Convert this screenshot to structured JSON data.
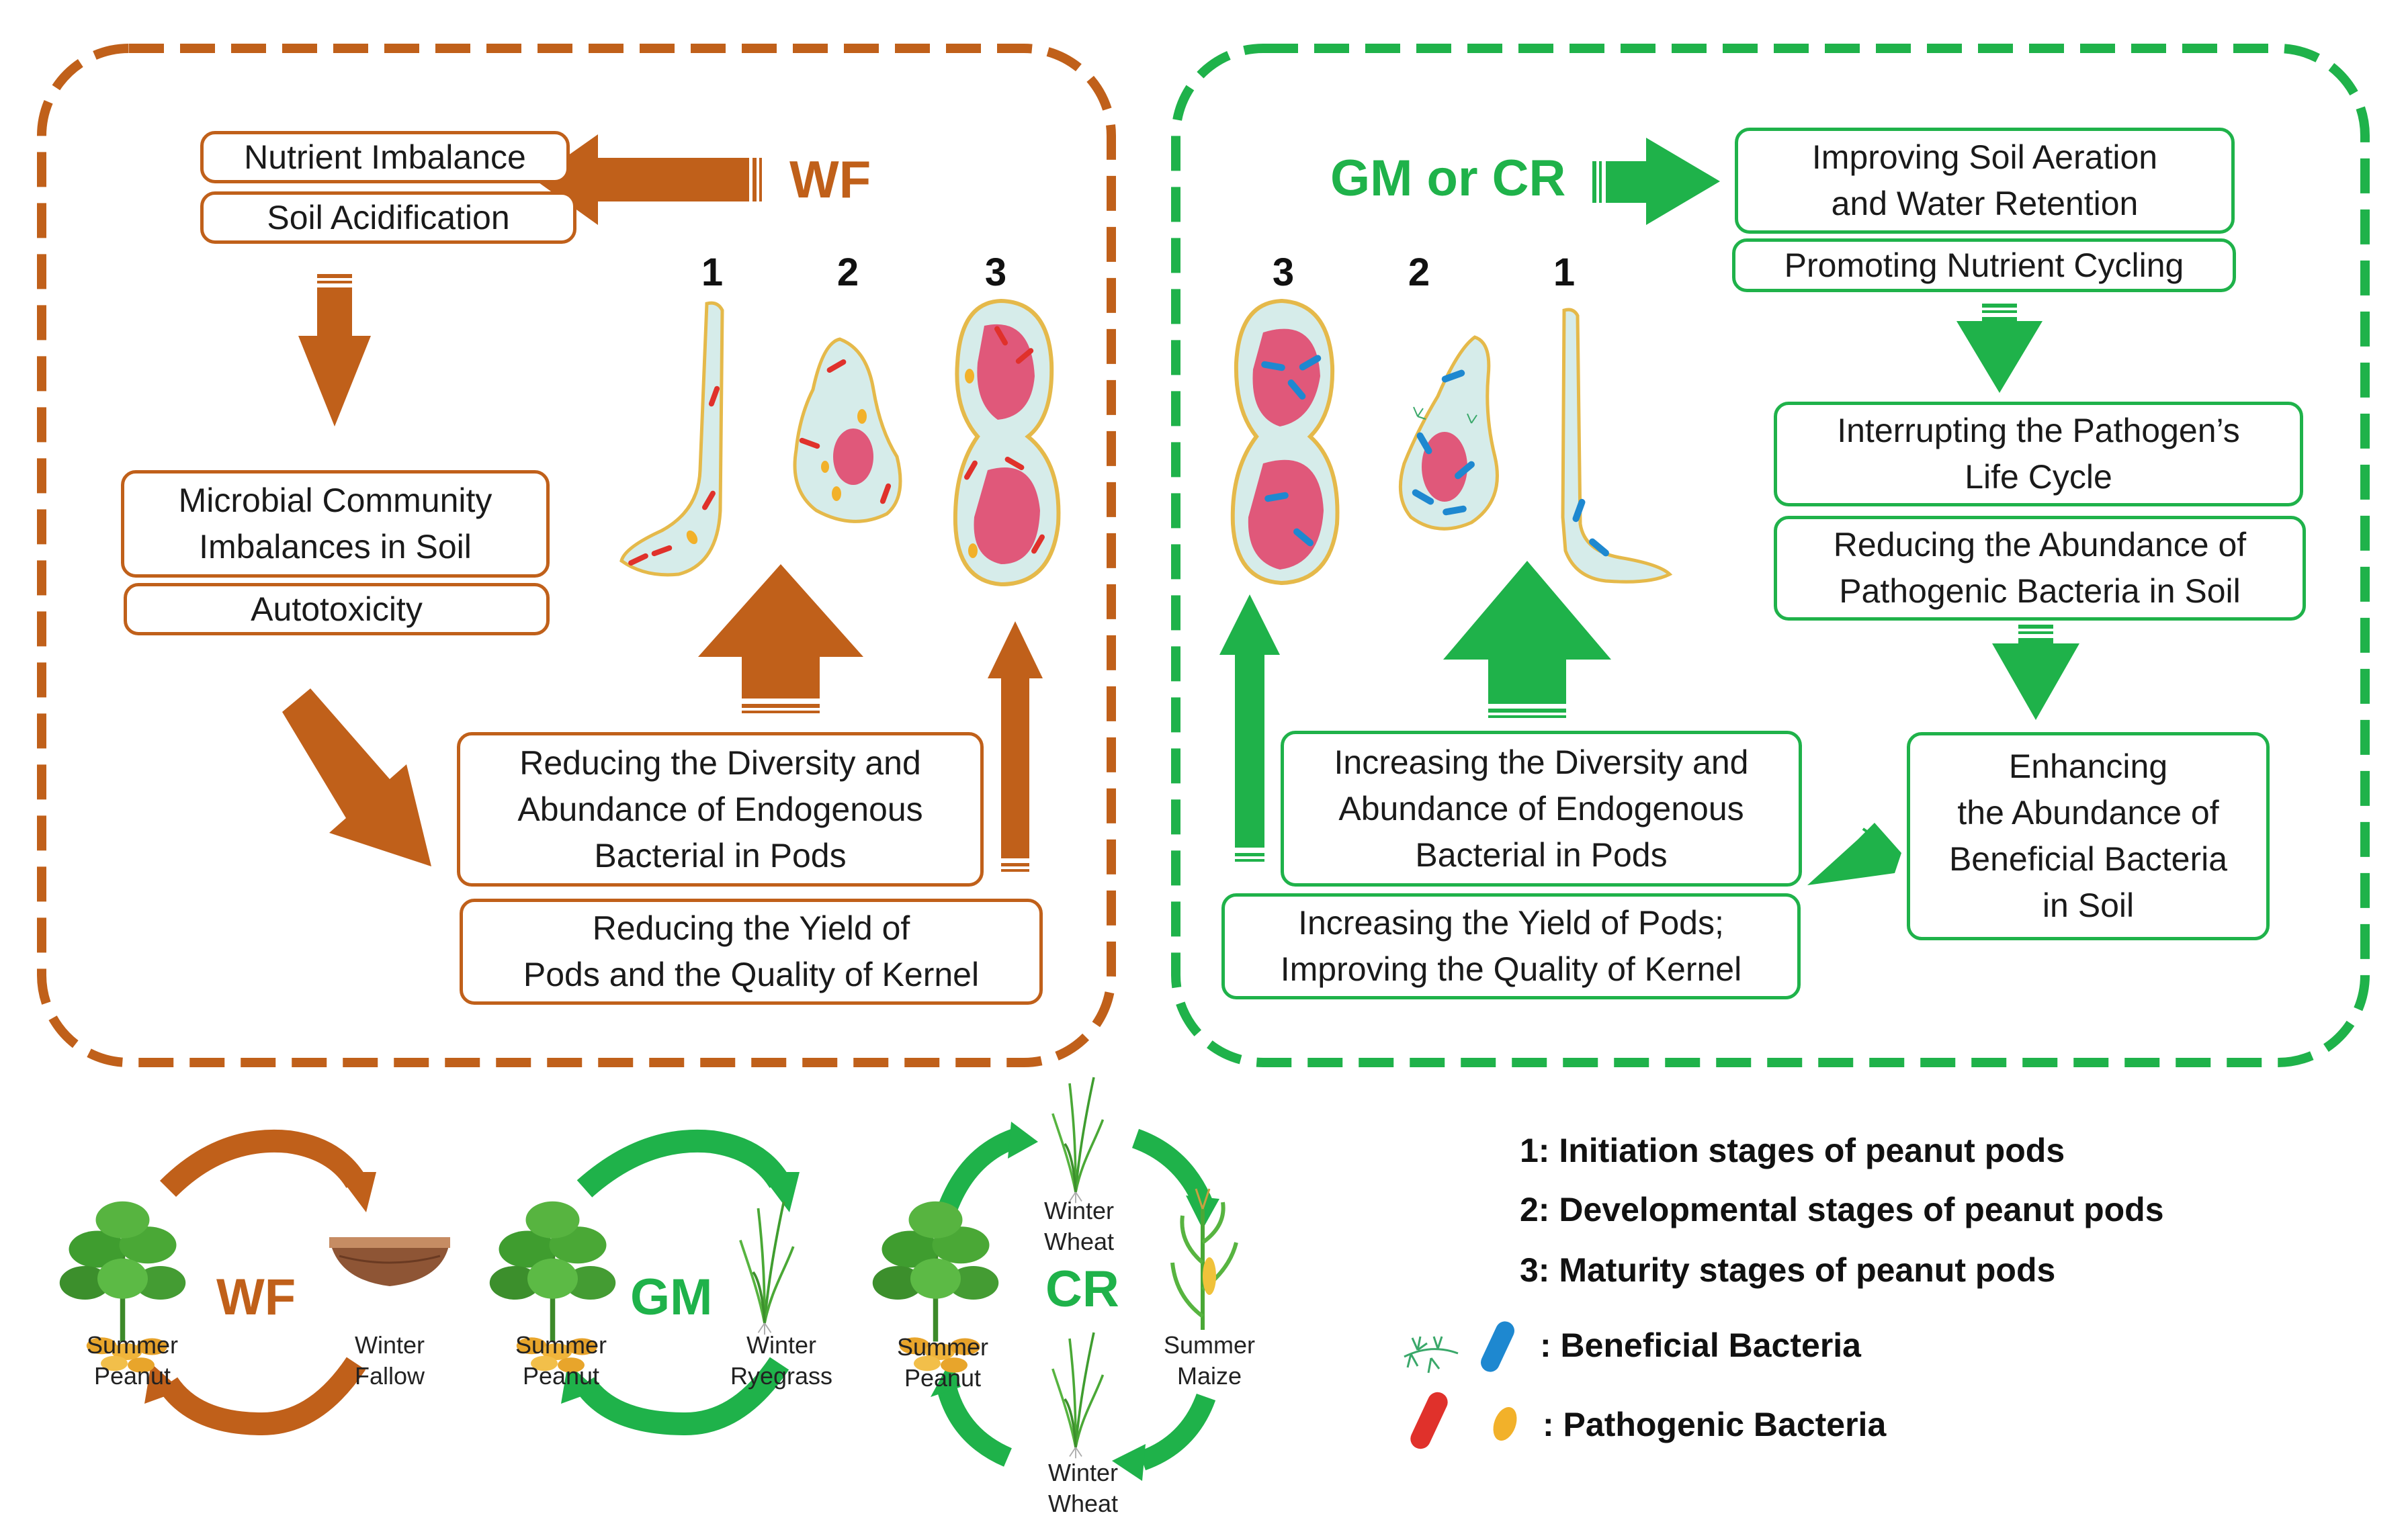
{
  "colors": {
    "brown": "#c0601a",
    "green": "#1fb24a",
    "pod_fill": "#d6ecea",
    "pod_edge": "#e5b94a",
    "kernel": "#e0587a"
  },
  "left_panel": {
    "label": "WF",
    "boxes": {
      "nutrient": "Nutrient Imbalance",
      "acid": "Soil Acidification",
      "microbial": "Microbial Community\nImbalances in Soil",
      "autotox": "Autotoxicity",
      "reduce_div": "Reducing the Diversity and\nAbundance of Endogenous\nBacterial in Pods",
      "reduce_yield": "Reducing  the Yield of\nPods and the Quality of Kernel"
    },
    "stage_numbers": [
      "1",
      "2",
      "3"
    ]
  },
  "right_panel": {
    "label": "GM or CR",
    "boxes": {
      "aeration": "Improving Soil Aeration\nand Water Retention",
      "cycling": "Promoting Nutrient Cycling",
      "interrupt": "Interrupting the Pathogen’s\nLife Cycle",
      "reduce_path": "Reducing the Abundance of\nPathogenic Bacteria in Soil",
      "enhance": "Enhancing\nthe Abundance of\nBeneficial Bacteria\nin Soil",
      "inc_div": "Increasing the Diversity and\nAbundance of Endogenous\nBacterial in Pods",
      "inc_yield": "Increasing  the Yield of Pods;\nImproving the Quality of Kernel"
    },
    "stage_numbers": [
      "3",
      "2",
      "1"
    ]
  },
  "rotations": {
    "wf": {
      "label": "WF",
      "left": "Summer\nPeanut",
      "right": "Winter\nFallow"
    },
    "gm": {
      "label": "GM",
      "left": "Summer\nPeanut",
      "right": "Winter\nRyegrass"
    },
    "cr": {
      "label": "CR",
      "top": "Winter\nWheat",
      "left": "Summer\nPeanut",
      "right": "Summer\nMaize",
      "bottom": "Winter\nWheat"
    }
  },
  "legend": {
    "stage1": "1: Initiation stages of peanut pods",
    "stage2": "2: Developmental stages of peanut pods",
    "stage3": "3: Maturity stages of peanut pods",
    "beneficial": ": Beneficial Bacteria",
    "pathogenic": ": Pathogenic Bacteria",
    "icons": [
      "root-hair-bacteria-icon",
      "blue-rod-bacterium-icon",
      "red-rod-bacterium-icon",
      "yellow-coccus-bacterium-icon"
    ]
  }
}
